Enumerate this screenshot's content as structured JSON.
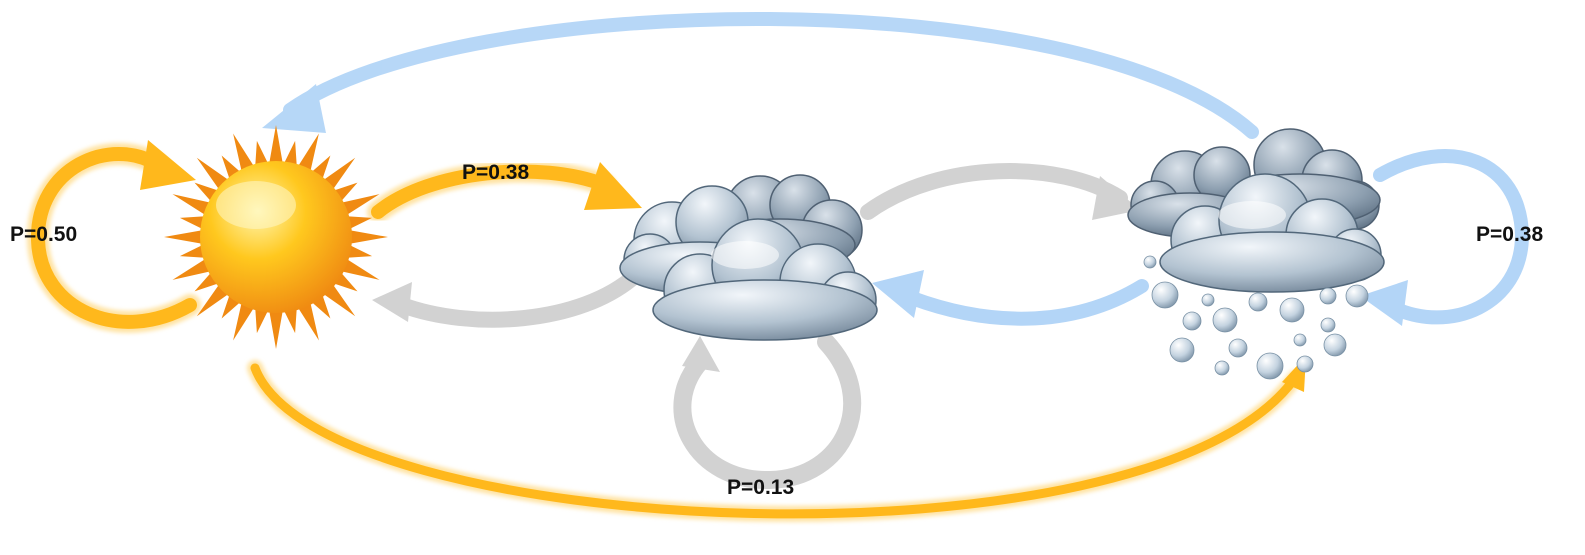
{
  "labels": {
    "sunny_self": "P=0.50",
    "sunny_to_cloudy": "P=0.38",
    "cloudy_self": "P=0.13",
    "rainy_self": "P=0.38"
  },
  "colors": {
    "sunny_arrows": "#ffb81c",
    "cloudy_arrows": "#d2d2d2",
    "rainy_arrows": "#b3d5f7",
    "sun_core": "#ffc21a",
    "sun_rays": "#f08a12",
    "cloud": "#a9b9c8",
    "cloud_dark": "#6f8294",
    "raindrop": "#c2d2e0"
  },
  "icons": [
    "sun-icon",
    "cloud-icon",
    "rain-cloud-icon"
  ]
}
